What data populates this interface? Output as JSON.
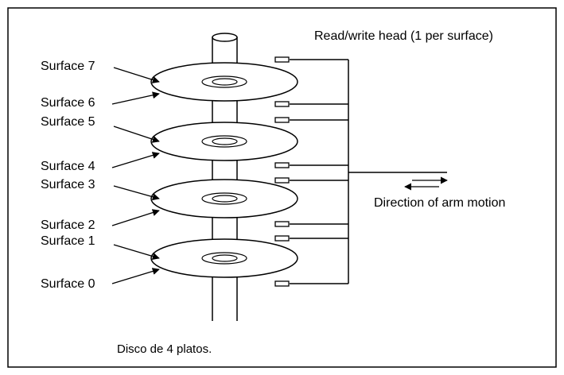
{
  "diagram": {
    "title": "Read/write head (1 per surface)",
    "arm_motion_label": "Direction of arm motion",
    "surfaces": [
      "Surface 7",
      "Surface 6",
      "Surface 5",
      "Surface 4",
      "Surface 3",
      "Surface 2",
      "Surface 1",
      "Surface 0"
    ],
    "caption": "Disco de 4 platos."
  },
  "colors": {
    "line": "#000000",
    "background": "#ffffff",
    "frame": "#000000"
  }
}
